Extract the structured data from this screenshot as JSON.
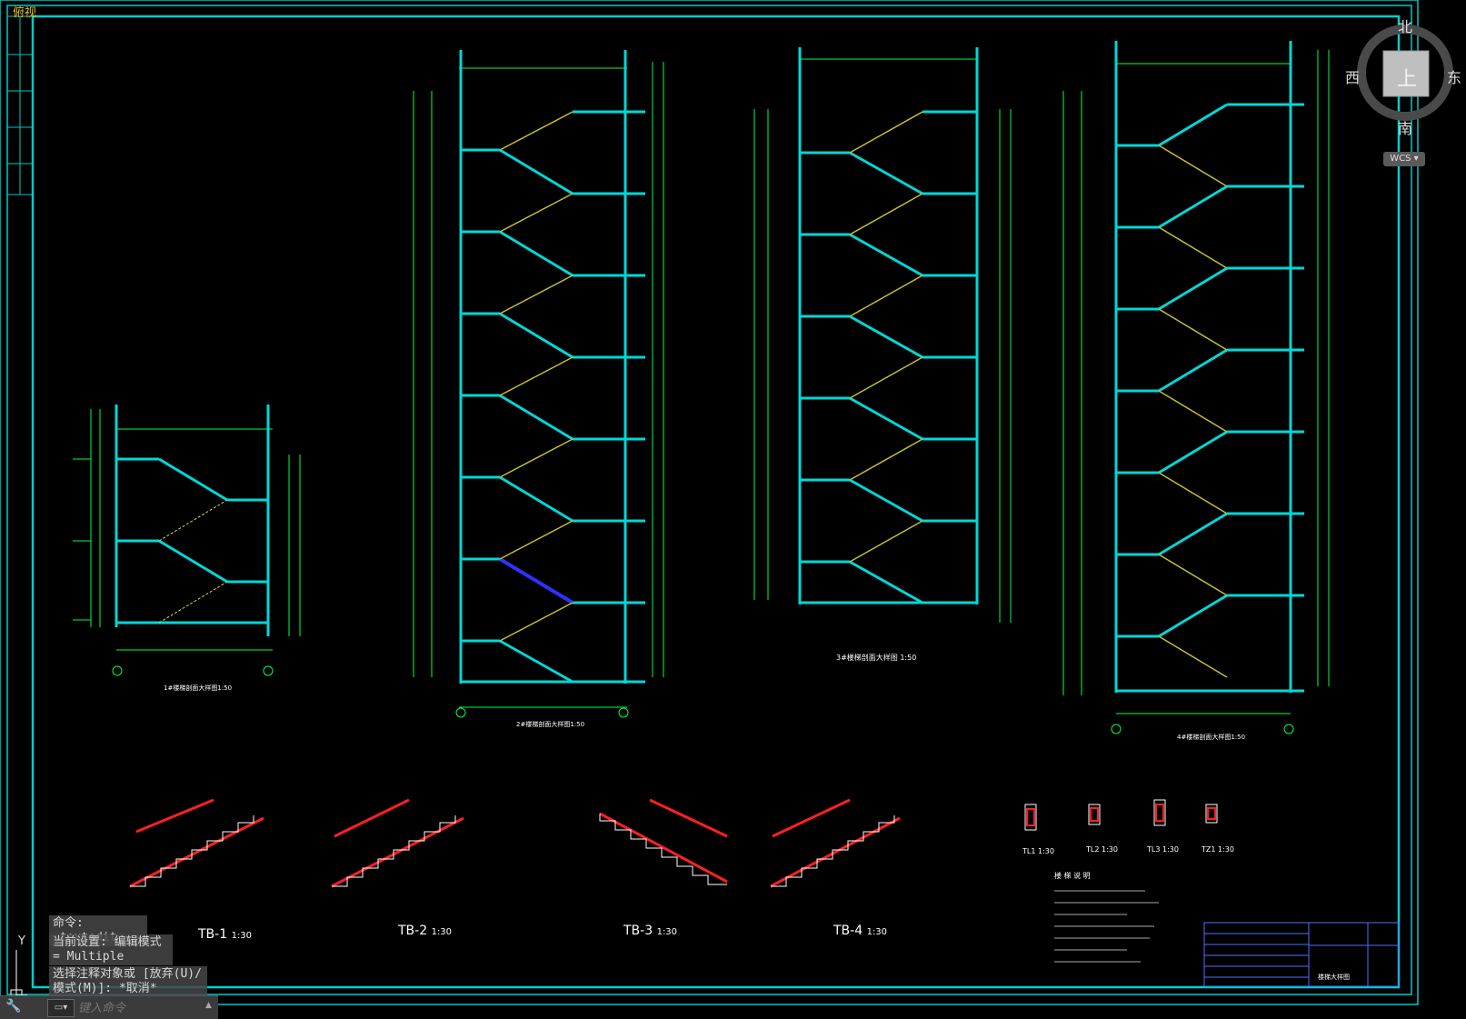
{
  "viewport": {
    "view_label": "俯视"
  },
  "viewcube": {
    "north": "北",
    "south": "南",
    "west": "西",
    "east": "东",
    "face": "上",
    "wcs": "WCS ▾"
  },
  "ucs": {
    "y_label": "Y"
  },
  "drawing": {
    "sections": [
      {
        "title": "1#楼梯剖面大样图1:50"
      },
      {
        "title": "2#楼梯剖面大样图1:50"
      },
      {
        "title": "3#楼梯剖面大样图  1:50"
      },
      {
        "title": "4#楼梯剖面大样图1:50"
      }
    ],
    "stair_slabs": [
      {
        "name": "TB-1",
        "scale": "1:30"
      },
      {
        "name": "TB-2",
        "scale": "1:30"
      },
      {
        "name": "TB-3",
        "scale": "1:30"
      },
      {
        "name": "TB-4",
        "scale": "1:30"
      }
    ],
    "beams": [
      {
        "name": "TL1",
        "scale": "1:30"
      },
      {
        "name": "TL2",
        "scale": "1:30"
      },
      {
        "name": "TL3",
        "scale": "1:30"
      },
      {
        "name": "TZ1",
        "scale": "1:30"
      }
    ],
    "notes_title": "楼 梯 说 明",
    "title_block_name": "楼梯大样图"
  },
  "command_history": [
    "命令: _textedit",
    "当前设置: 编辑模式 = Multiple",
    "选择注释对象或 [放弃(U)/模式(M)]: *取消*"
  ],
  "command_line": {
    "placeholder": "键入命令"
  }
}
